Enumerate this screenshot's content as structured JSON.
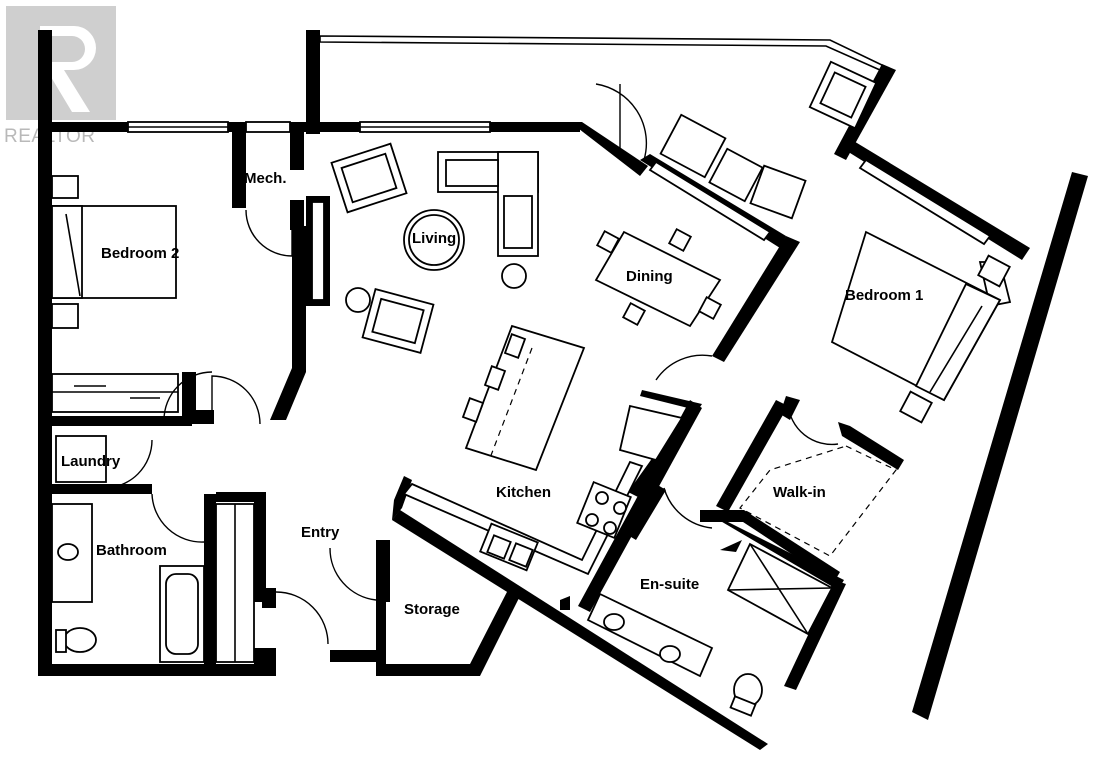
{
  "logo": {
    "text": "REALTOR",
    "mark": "®"
  },
  "rooms": {
    "bedroom2": "Bedroom 2",
    "mech": "Mech.",
    "living": "Living",
    "dining": "Dining",
    "bedroom1": "Bedroom 1",
    "kitchen": "Kitchen",
    "laundry": "Laundry",
    "bathroom": "Bathroom",
    "entry": "Entry",
    "storage": "Storage",
    "walkin": "Walk-in",
    "ensuite": "En-suite"
  },
  "colors": {
    "wall": "#000000",
    "background": "#ffffff",
    "logo": "#b9b9b9"
  }
}
